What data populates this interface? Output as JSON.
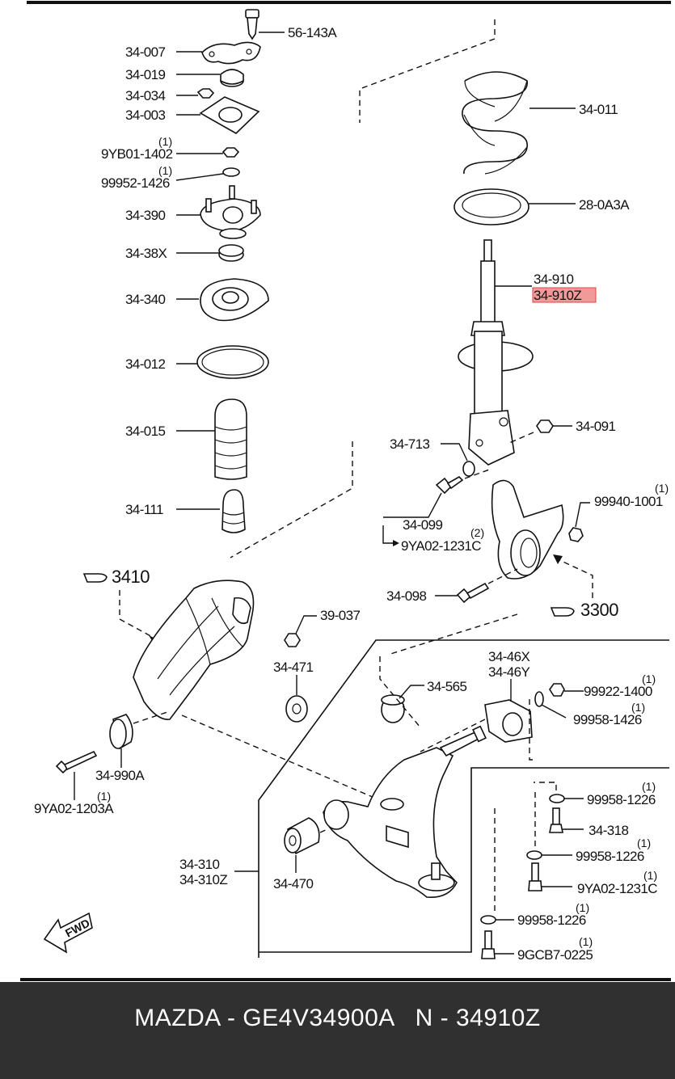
{
  "labels": {
    "l_56143A": "56-143A",
    "l_34007": "34-007",
    "l_34019": "34-019",
    "l_34034": "34-034",
    "l_34003": "34-003",
    "l_9YB01": "9YB01-1402",
    "l_99952": "99952-1426",
    "l_34390": "34-390",
    "l_3438X": "34-38X",
    "l_34340": "34-340",
    "l_34012": "34-012",
    "l_34015": "34-015",
    "l_34111": "34-111",
    "l_34011": "34-011",
    "l_280A3A": "28-0A3A",
    "l_34910": "34-910",
    "l_34910Z": "34-910Z",
    "l_34713": "34-713",
    "l_34091": "34-091",
    "l_34099": "34-099",
    "l_9YA02a": "9YA02-1231C",
    "l_99940": "99940-1001",
    "l_34098": "34-098",
    "l_3410": "3410",
    "l_3300": "3300",
    "l_39037": "39-037",
    "l_34471": "34-471",
    "l_34565": "34-565",
    "l_3446X": "34-46X",
    "l_3446Y": "34-46Y",
    "l_99922": "99922-1400",
    "l_99958a": "99958-1426",
    "l_34990A": "34-990A",
    "l_9YA02b": "9YA02-1203A",
    "l_99958b": "99958-1226",
    "l_34318": "34-318",
    "l_99958c": "99958-1226",
    "l_9YA02c": "9YA02-1231C",
    "l_34310": "34-310",
    "l_34310Z": "34-310Z",
    "l_34470": "34-470",
    "l_99958d": "99958-1226",
    "l_9GCB7": "9GCB7-0225",
    "fwd": "FWD"
  },
  "qty": {
    "q1": "(1)",
    "q2": "(2)"
  },
  "highlight_color": "#f29a9a",
  "footer": {
    "text": "MAZDA - GE4V34900A   N - 34910Z"
  }
}
